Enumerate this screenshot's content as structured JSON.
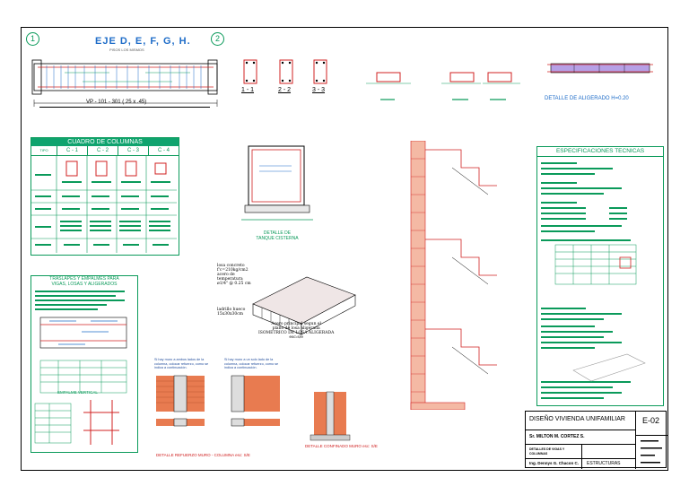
{
  "beam": {
    "axis_left": "1",
    "axis_right": "2",
    "title": "EJE D, E, F, G, H.",
    "subtitle": "PISOS LOS MISMOS",
    "beam_label": "VP - 101 - 301 ( 25 x .45)"
  },
  "sections": [
    {
      "label": "1 - 1"
    },
    {
      "label": "2 - 2"
    },
    {
      "label": "3 - 3"
    }
  ],
  "detail_aligerado": {
    "title": "DETALLE DE ALIGERADO  H=0.20"
  },
  "columns_table": {
    "title": "CUADRO DE COLUMNAS",
    "headers": [
      "TIPO",
      "C - 1",
      "C - 2",
      "C - 3",
      "C - 4"
    ]
  },
  "tank": {
    "title": "DETALLE DE",
    "title2": "TANQUE CISTERNA"
  },
  "specs": {
    "title": "ESPECIFICACIONES TECNICAS"
  },
  "traslapes": {
    "title": "TRASLAPES Y EMPALMES PARA",
    "title2": "VIGAS, LOSAS Y ALIGERADOS"
  },
  "empalme": {
    "label": "EMPALME VERTICAL"
  },
  "losa": {
    "l1": "losa concreto",
    "l2": "f'c=210kg/cm2",
    "l3": "acero de",
    "l4": "temperatura",
    "l5": "ø1/4\" @ 0.25 cm",
    "l6": "ladrillo hueco",
    "l7": "15x30x30cm",
    "l8": "Acero principal segun el",
    "l9": "plano de losa aligerada",
    "l10": "ISOMETRICO DE LOSA ALIGERADA",
    "l11": "esc:s/e"
  },
  "wall_detail": {
    "left_text": "Si hay muro a ambos lados de la columna, colocar refuerzo, como se indica a continuación.",
    "right_text": "Si hay muro a un solo lado de la columna, colocar refuerzo, como se indica a continuación.",
    "caption": "DETALLE REFUERZO MURO - COLUMNA  esc: S/E",
    "caption2": "DETALLE CONFINADO MURO  esc: S/E"
  },
  "title_block": {
    "project": "DISEÑO VIVIENDA UNIFAMILIAR",
    "sheet": "E-02",
    "owner": "Sr. MILTON M. CORTEZ S.",
    "drawing_desc": "DETALLES DE VIGAS Y COLUMNAS",
    "engineer": "Ing. Dennys G. Chacon C.",
    "discipline": "ESTRUCTURAS"
  }
}
